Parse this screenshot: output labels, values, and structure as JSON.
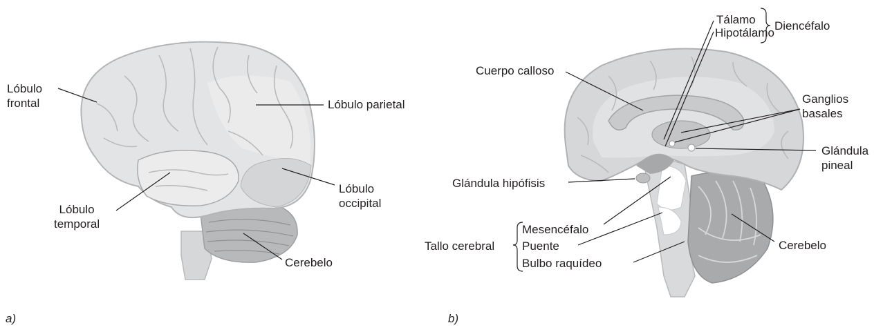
{
  "panel_a": {
    "letter": "a)",
    "labels": {
      "frontal": [
        "Lóbulo",
        "frontal"
      ],
      "parietal": "Lóbulo parietal",
      "temporal": [
        "Lóbulo",
        "temporal"
      ],
      "occipital": [
        "Lóbulo",
        "occipital"
      ],
      "cerebelo": "Cerebelo"
    }
  },
  "panel_b": {
    "letter": "b)",
    "labels": {
      "talamo": "Tálamo",
      "hipotalamo": "Hipotálamo",
      "diencefalo": "Diencéfalo",
      "cuerpo_calloso": "Cuerpo calloso",
      "ganglios": [
        "Ganglios",
        "basales"
      ],
      "pineal": [
        "Glándula",
        "pineal"
      ],
      "hipofisis": "Glándula hipófisis",
      "tallo": "Tallo cerebral",
      "mesencefalo": "Mesencéfalo",
      "puente": "Puente",
      "bulbo": "Bulbo raquídeo",
      "cerebelo": "Cerebelo"
    }
  }
}
